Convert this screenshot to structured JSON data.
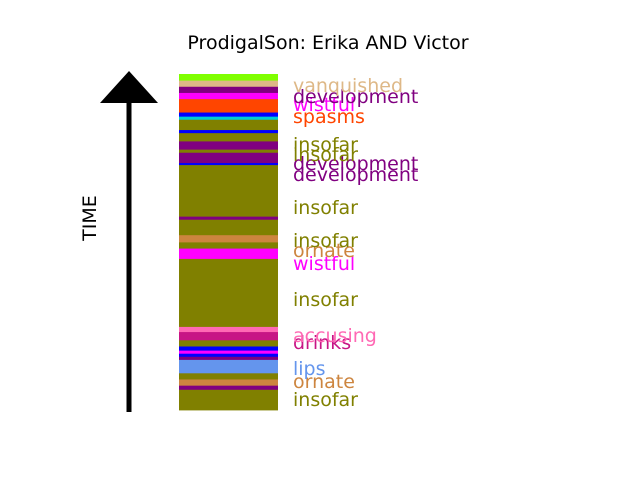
{
  "chart_data": {
    "type": "bar",
    "title": "ProdigalSon: Erika AND Victor",
    "axis_label": "TIME",
    "segments": [
      {
        "color": "#808000",
        "label": "insofar",
        "text_color": "#808000"
      },
      {
        "color": "#800080"
      },
      {
        "color": "#cd853f",
        "label": "ornate",
        "text_color": "#cd853f"
      },
      {
        "color": "#808000"
      },
      {
        "color": "#6495ed",
        "label": "lips",
        "text_color": "#6495ed"
      },
      {
        "color": "#800080"
      },
      {
        "color": "#0000ff"
      },
      {
        "color": "#ff00ff"
      },
      {
        "color": "#0000ff"
      },
      {
        "color": "#808000"
      },
      {
        "color": "#c71585",
        "label": "drinks",
        "text_color": "#c71585"
      },
      {
        "color": "#ff69b4",
        "label": "accusing",
        "text_color": "#ff69b4"
      },
      {
        "color": "#808000",
        "label": "insofar",
        "text_color": "#808000"
      },
      {
        "color": "#ff00ff",
        "label": "wistful",
        "text_color": "#ff00ff"
      },
      {
        "color": "#808000"
      },
      {
        "color": "#cd853f",
        "label": "ornate",
        "text_color": "#cd853f"
      },
      {
        "color": "#808000",
        "label": "insofar",
        "text_color": "#808000"
      },
      {
        "color": "#800080"
      },
      {
        "color": "#808000",
        "label": "insofar",
        "text_color": "#808000"
      },
      {
        "color": "#0000ff"
      },
      {
        "color": "#800080",
        "label": "development",
        "text_color": "#800080"
      },
      {
        "color": "#808000"
      },
      {
        "color": "#800080",
        "label": "development",
        "text_color": "#800080"
      },
      {
        "color": "#808000",
        "label": "insofar",
        "text_color": "#808000"
      },
      {
        "color": "#0000ff"
      },
      {
        "color": "#808000",
        "label": "insofar",
        "text_color": "#808000"
      },
      {
        "color": "#00ced1"
      },
      {
        "color": "#0000ff"
      },
      {
        "color": "#ff4500",
        "label": "spasms",
        "text_color": "#ff4500"
      },
      {
        "color": "#ff00ff",
        "label": "wistful",
        "text_color": "#ff00ff"
      },
      {
        "color": "#800080",
        "label": "development",
        "text_color": "#800080"
      },
      {
        "color": "#deb887",
        "label": "vanquished",
        "text_color": "#deb887"
      },
      {
        "color": "#7fff00"
      }
    ]
  }
}
